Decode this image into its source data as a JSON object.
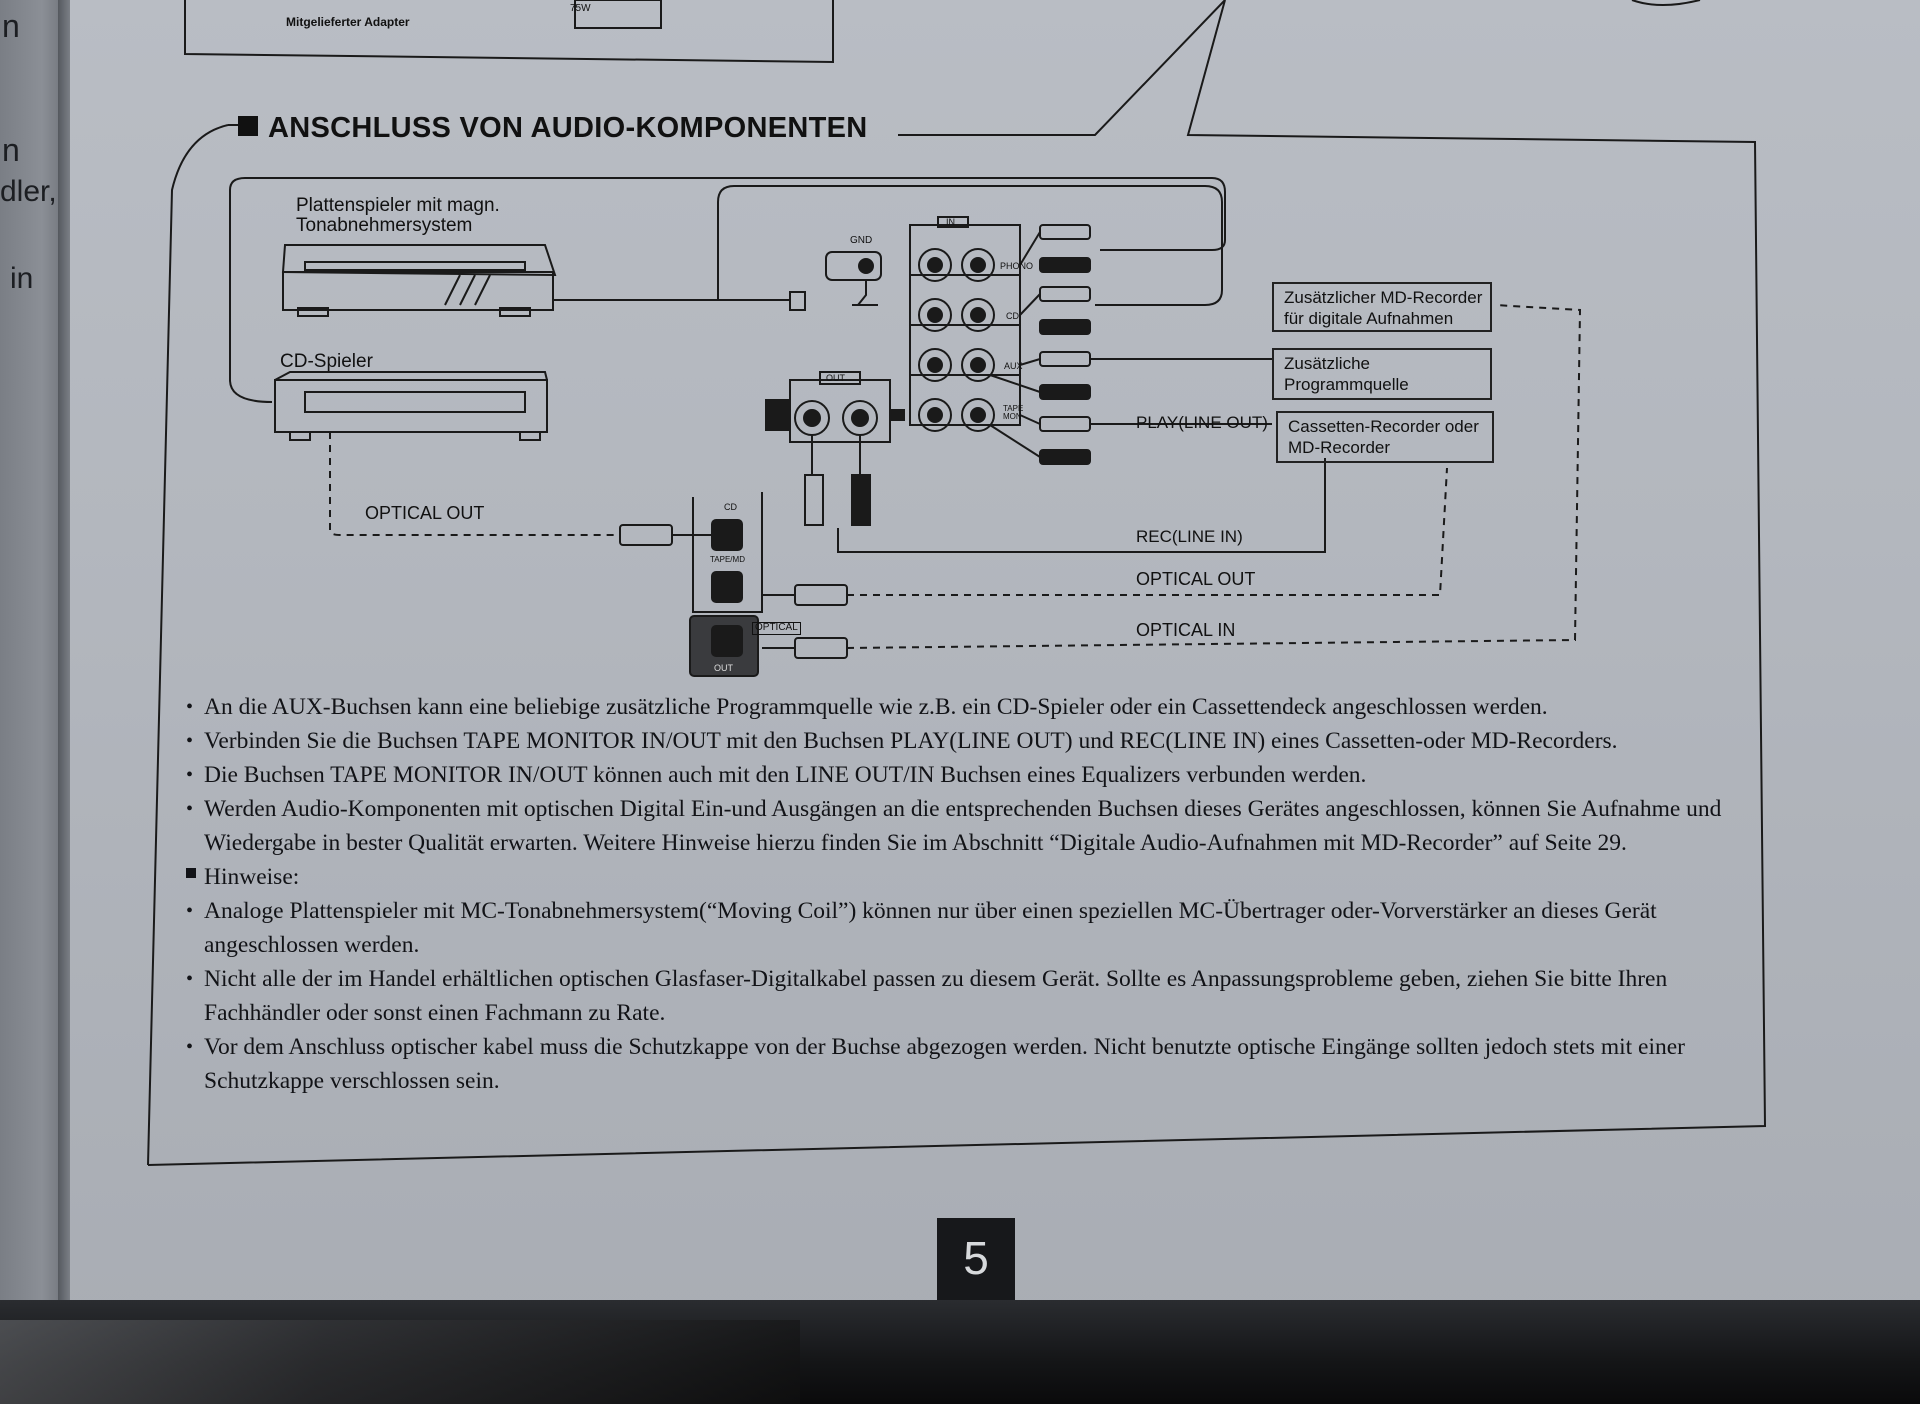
{
  "left_page": {
    "fragments": [
      "n",
      "n",
      "dler,",
      "in"
    ]
  },
  "top_fragment": {
    "adapter_label": "Mitgelieferter Adapter",
    "watt_label": "75W"
  },
  "section": {
    "title": "ANSCHLUSS VON AUDIO-KOMPONENTEN"
  },
  "diagram": {
    "turntable_label_1": "Plattenspieler mit magn.",
    "turntable_label_2": "Tonabnehmersystem",
    "cd_player_label": "CD-Spieler",
    "gnd_label": "GND",
    "in_label": "IN",
    "out_label": "OUT",
    "phono_label": "PHONO",
    "cd_label": "CD",
    "aux_label": "AUX",
    "tape_mon_label": "TAPE MON",
    "optical_cd_label": "CD",
    "optical_tape_label": "TAPE/MD",
    "optical_label": "OPTICAL",
    "optical_out_small": "OUT",
    "md_recorder_box_1": "Zusätzlicher MD-Recorder",
    "md_recorder_box_2": "für digitale Aufnahmen",
    "program_source_box_1": "Zusätzliche",
    "program_source_box_2": "Programmquelle",
    "cassette_box_1": "Cassetten-Recorder oder",
    "cassette_box_2": "MD-Recorder",
    "play_line_out": "PLAY(LINE OUT)",
    "rec_line_in": "REC(LINE IN)",
    "optical_out_cd": "OPTICAL OUT",
    "optical_out_tape": "OPTICAL OUT",
    "optical_in": "OPTICAL IN"
  },
  "notes": {
    "items": [
      "An die AUX-Buchsen kann eine beliebige zusätzliche Programmquelle wie z.B. ein CD-Spieler oder ein Cassettendeck angeschlossen werden.",
      "Verbinden Sie die Buchsen TAPE MONITOR IN/OUT  mit den Buchsen PLAY(LINE OUT) und REC(LINE IN) eines Cassetten-oder MD-Recorders.",
      "Die Buchsen TAPE MONITOR IN/OUT können auch mit den LINE OUT/IN Buchsen eines Equalizers verbunden werden.",
      "Werden Audio-Komponenten mit optischen Digital Ein-und Ausgängen an die entsprechenden Buchsen dieses Gerätes angeschlossen, können Sie Aufnahme und Wiedergabe in bester Qualität erwarten. Weitere Hinweise hierzu finden Sie im Abschnitt “Digitale Audio-Aufnahmen mit MD-Recorder” auf Seite 29."
    ],
    "heading": "Hinweise:",
    "hints": [
      "Analoge Plattenspieler mit MC-Tonabnehmersystem(“Moving Coil”) können nur über einen speziellen MC-Übertrager oder-Vorverstärker an dieses Gerät angeschlossen werden.",
      "Nicht alle der im Handel erhältlichen optischen Glasfaser-Digitalkabel passen zu diesem Gerät. Sollte es Anpassungsprobleme geben, ziehen Sie bitte Ihren Fachhändler oder sonst einen Fachmann zu Rate.",
      "Vor dem Anschluss optischer kabel muss die Schutzkappe von der Buchse abgezogen werden. Nicht benutzte optische Eingänge sollten jedoch stets mit einer Schutzkappe verschlossen sein."
    ]
  },
  "page_number": "5"
}
